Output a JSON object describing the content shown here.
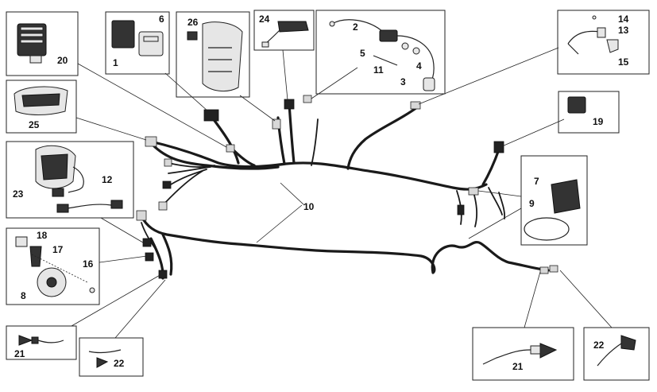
{
  "callouts": {
    "c1": "1",
    "c2": "2",
    "c3": "3",
    "c4": "4",
    "c5": "5",
    "c6": "6",
    "c7": "7",
    "c8": "8",
    "c9": "9",
    "c10": "10",
    "c11": "11",
    "c12": "12",
    "c13": "13",
    "c14": "14",
    "c15": "15",
    "c16": "16",
    "c17": "17",
    "c18": "18",
    "c19": "19",
    "c20": "20",
    "c21a": "21",
    "c21b": "21",
    "c22a": "22",
    "c22b": "22",
    "c23": "23",
    "c24": "24",
    "c25": "25",
    "c26": "26"
  }
}
